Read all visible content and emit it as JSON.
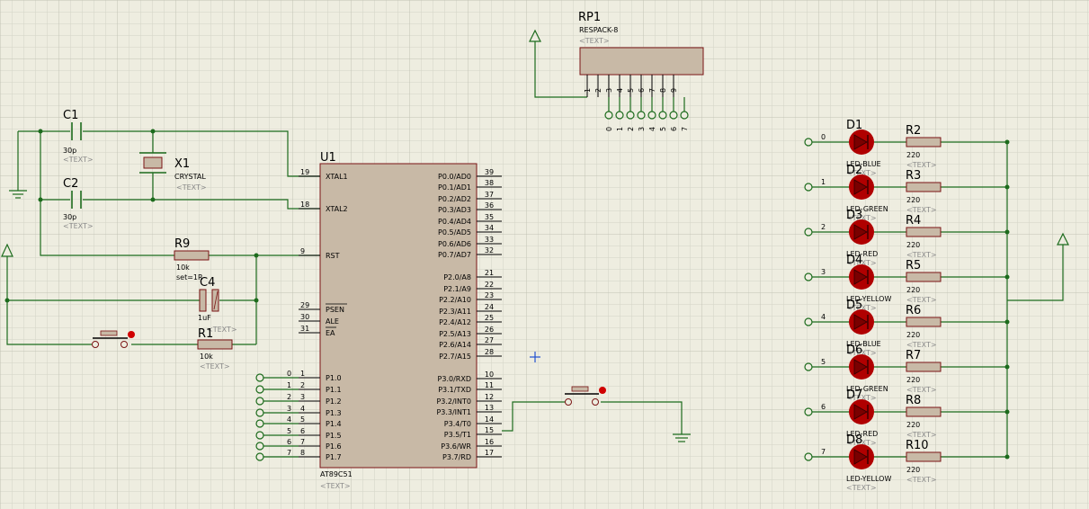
{
  "colors": {
    "background": "#eeede0",
    "grid": "#cfcfc2",
    "grid_major": "#bdbdb0",
    "wire": "#1c6b1c",
    "body": "#c8b9a6",
    "outline": "#7a1414",
    "led": "#b00000",
    "junction": "#1c6b1c"
  },
  "placeholder": "<TEXT>",
  "mcu": {
    "ref": "U1",
    "part": "AT89C51",
    "left_pins": [
      {
        "num": "19",
        "name": "XTAL1"
      },
      {
        "num": "18",
        "name": "XTAL2"
      },
      {
        "num": "9",
        "name": "RST"
      },
      {
        "num": "29",
        "name": "PSEN"
      },
      {
        "num": "30",
        "name": "ALE"
      },
      {
        "num": "31",
        "name": "EA"
      },
      {
        "num": "1",
        "name": "P1.0"
      },
      {
        "num": "2",
        "name": "P1.1"
      },
      {
        "num": "3",
        "name": "P1.2"
      },
      {
        "num": "4",
        "name": "P1.3"
      },
      {
        "num": "5",
        "name": "P1.4"
      },
      {
        "num": "6",
        "name": "P1.5"
      },
      {
        "num": "7",
        "name": "P1.6"
      },
      {
        "num": "8",
        "name": "P1.7"
      }
    ],
    "right_pins": [
      {
        "num": "39",
        "name": "P0.0/AD0"
      },
      {
        "num": "38",
        "name": "P0.1/AD1"
      },
      {
        "num": "37",
        "name": "P0.2/AD2"
      },
      {
        "num": "36",
        "name": "P0.3/AD3"
      },
      {
        "num": "35",
        "name": "P0.4/AD4"
      },
      {
        "num": "34",
        "name": "P0.5/AD5"
      },
      {
        "num": "33",
        "name": "P0.6/AD6"
      },
      {
        "num": "32",
        "name": "P0.7/AD7"
      },
      {
        "num": "21",
        "name": "P2.0/A8"
      },
      {
        "num": "22",
        "name": "P2.1/A9"
      },
      {
        "num": "23",
        "name": "P2.2/A10"
      },
      {
        "num": "24",
        "name": "P2.3/A11"
      },
      {
        "num": "25",
        "name": "P2.4/A12"
      },
      {
        "num": "26",
        "name": "P2.5/A13"
      },
      {
        "num": "27",
        "name": "P2.6/A14"
      },
      {
        "num": "28",
        "name": "P2.7/A15"
      },
      {
        "num": "10",
        "name": "P3.0/RXD"
      },
      {
        "num": "11",
        "name": "P3.1/TXD"
      },
      {
        "num": "12",
        "name": "P3.2/INT0"
      },
      {
        "num": "13",
        "name": "P3.3/INT1"
      },
      {
        "num": "14",
        "name": "P3.4/T0"
      },
      {
        "num": "15",
        "name": "P3.5/T1"
      },
      {
        "num": "16",
        "name": "P3.6/WR"
      },
      {
        "num": "17",
        "name": "P3.7/RD"
      }
    ],
    "p1_terminals": [
      "0",
      "1",
      "2",
      "3",
      "4",
      "5",
      "6",
      "7"
    ]
  },
  "components": {
    "c1": {
      "ref": "C1",
      "value": "30p"
    },
    "c2": {
      "ref": "C2",
      "value": "30p"
    },
    "x1": {
      "ref": "X1",
      "value": "CRYSTAL"
    },
    "r9": {
      "ref": "R9",
      "value": "10k",
      "extra": "set=1R"
    },
    "c4": {
      "ref": "C4",
      "value": "1uF"
    },
    "r1": {
      "ref": "R1",
      "value": "10k"
    },
    "rp1": {
      "ref": "RP1",
      "value": "RESPACK-8",
      "pins": [
        "1",
        "2",
        "3",
        "4",
        "5",
        "6",
        "7",
        "8",
        "9"
      ],
      "terminals": [
        "0",
        "1",
        "2",
        "3",
        "4",
        "5",
        "6",
        "7"
      ]
    }
  },
  "leds": [
    {
      "ref": "D1",
      "type": "LED-BLUE",
      "terminal": "0",
      "res_ref": "R2",
      "res_value": "220"
    },
    {
      "ref": "D2",
      "type": "LED-GREEN",
      "terminal": "1",
      "res_ref": "R3",
      "res_value": "220"
    },
    {
      "ref": "D3",
      "type": "LED-RED",
      "terminal": "2",
      "res_ref": "R4",
      "res_value": "220"
    },
    {
      "ref": "D4",
      "type": "LED-YELLOW",
      "terminal": "3",
      "res_ref": "R5",
      "res_value": "220"
    },
    {
      "ref": "D5",
      "type": "LED-BLUE",
      "terminal": "4",
      "res_ref": "R6",
      "res_value": "220"
    },
    {
      "ref": "D6",
      "type": "LED-GREEN",
      "terminal": "5",
      "res_ref": "R7",
      "res_value": "220"
    },
    {
      "ref": "D7",
      "type": "LED-RED",
      "terminal": "6",
      "res_ref": "R8",
      "res_value": "220"
    },
    {
      "ref": "D8",
      "type": "LED-YELLOW",
      "terminal": "7",
      "res_ref": "R10",
      "res_value": "220"
    }
  ]
}
